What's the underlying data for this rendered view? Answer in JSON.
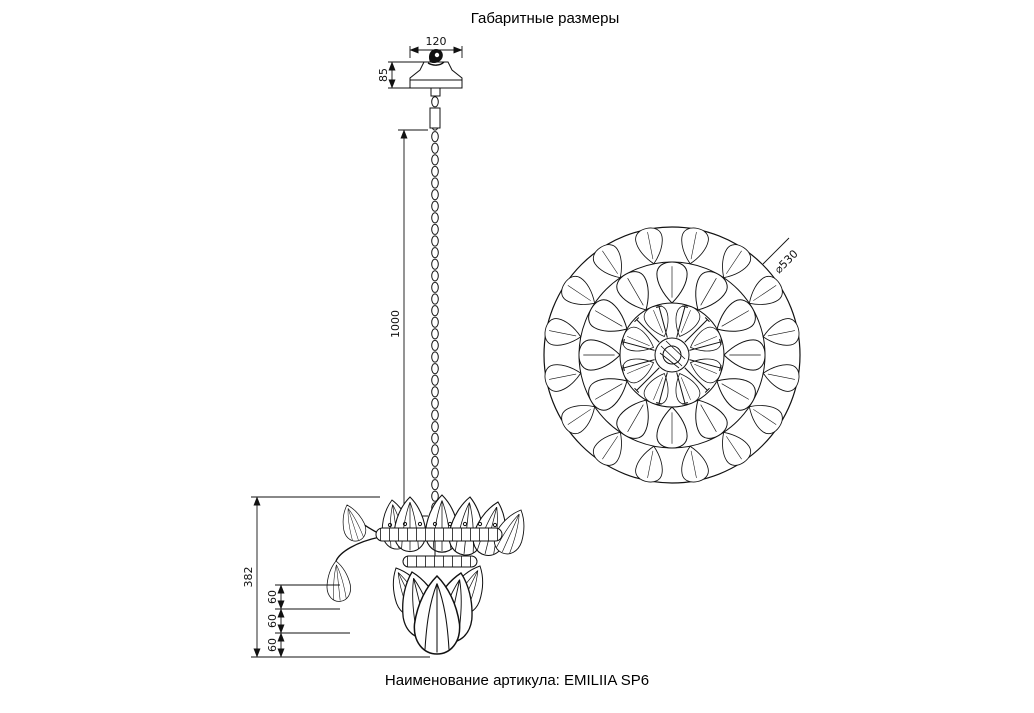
{
  "page": {
    "title": "Габаритные размеры",
    "caption": "Наименование артикула: EMILIIA SP6"
  },
  "side_view": {
    "canopy_width": "120",
    "canopy_height": "85",
    "chain_length": "1000",
    "fixture_height": "382",
    "tier_spacings": [
      "60",
      "60",
      "60"
    ]
  },
  "top_view": {
    "diameter": "⌀530"
  }
}
